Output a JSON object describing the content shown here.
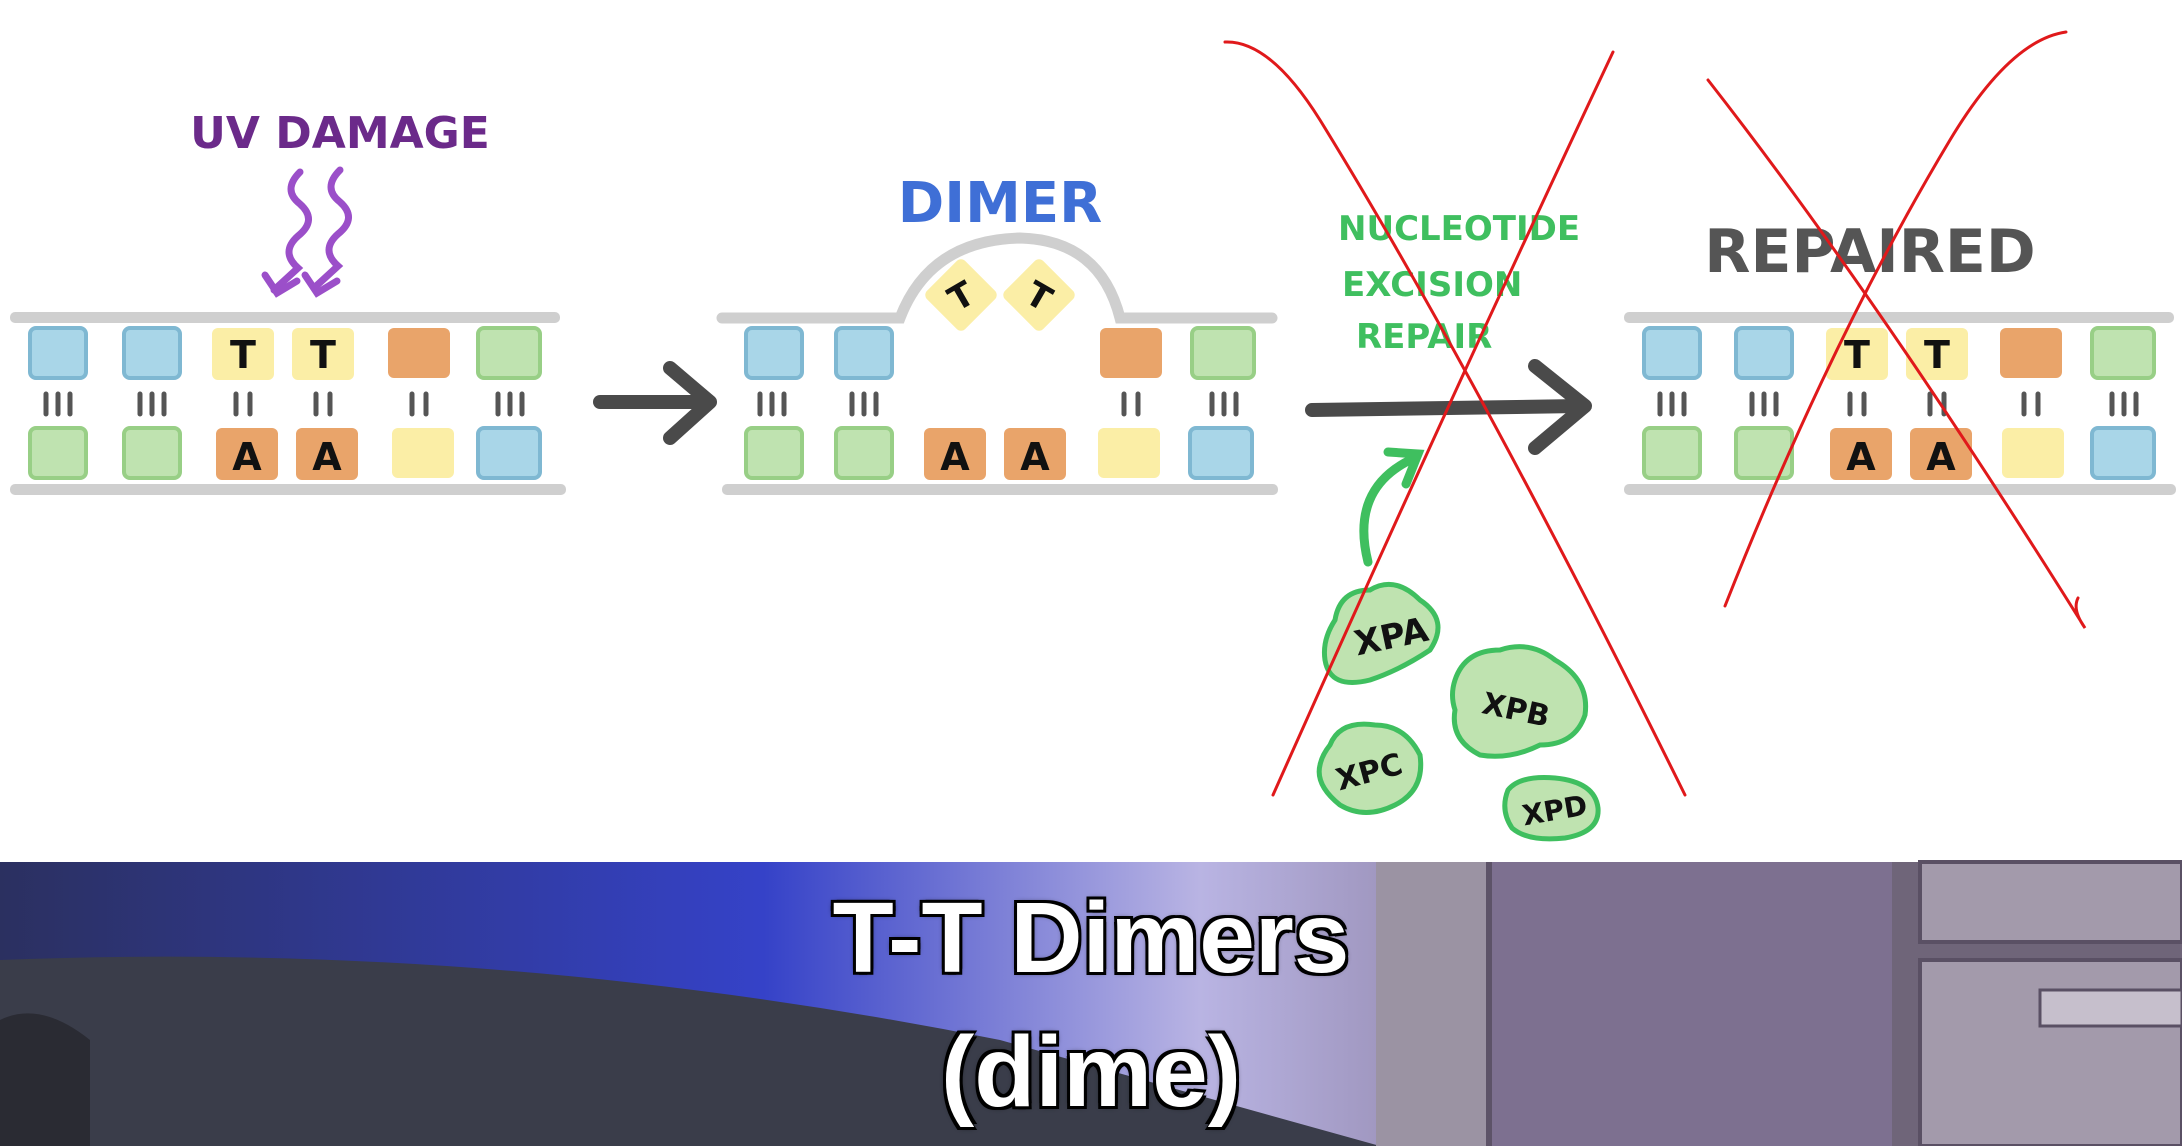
{
  "diagram": {
    "uv_damage_label": "UV DAMAGE",
    "dimer_label": "DIMER",
    "ner_lines": [
      "NUCLEOTIDE",
      "EXCISION",
      "REPAIR"
    ],
    "repaired_label": "REPAIRED",
    "thymine": "T",
    "adenine": "A",
    "proteins": [
      "XPA",
      "XPB",
      "XPC",
      "XPD"
    ],
    "colors": {
      "blue": "#a9d6e8",
      "green": "#bfe3b0",
      "yellow": "#fbeea6",
      "orange": "#e9a46a",
      "backbone": "#cfcfcf",
      "arrow": "#4a4a4a",
      "uv": "#9b4fc9",
      "dimer": "#3f6fd6",
      "ner": "#3fbf5f",
      "cross": "#e0191b"
    }
  },
  "caption": {
    "line1": "T-T Dimers",
    "line2": "(dime)"
  }
}
